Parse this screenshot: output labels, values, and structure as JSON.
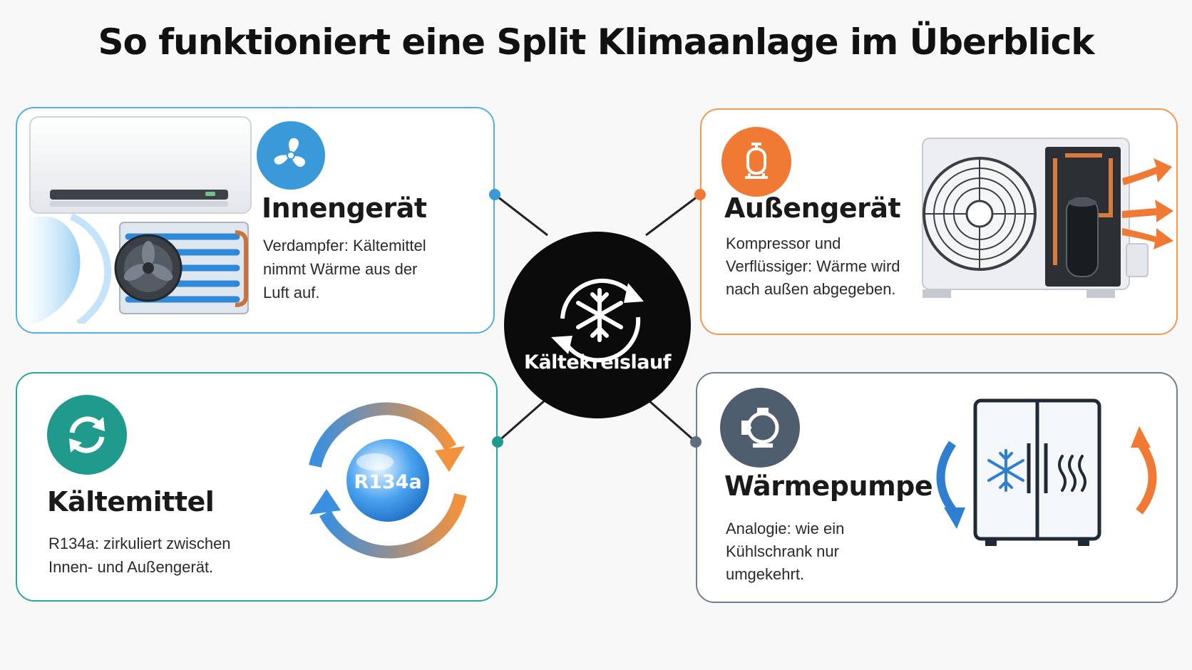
{
  "title": "So funktioniert eine Split Klimaanlage im Überblick",
  "center": {
    "label": "Kältekreislauf",
    "icon": "snowflake-cycle-icon"
  },
  "cards": {
    "indoor": {
      "title": "Innengerät",
      "lines": [
        "Verdampfer: Kältemittel",
        "nimmt Wärme aus der",
        "Luft auf."
      ],
      "icon": "fan-icon",
      "color": "#3a9ad9"
    },
    "outdoor": {
      "title": "Außengerät",
      "lines": [
        "Kompressor und",
        "Verflüssiger: Wärme wird",
        "nach außen abgegeben."
      ],
      "icon": "compressor-icon",
      "color": "#f07a34"
    },
    "refrigerant": {
      "title": "Kältemittel",
      "lines": [
        "R134a: zirkuliert zwischen",
        "Innen- und Außengerät."
      ],
      "icon": "cycle-arrows-icon",
      "color": "#1f9a8c",
      "bubble_label": "R134a"
    },
    "heatpump": {
      "title": "Wärmepumpe",
      "lines": [
        "Analogie: wie ein",
        "Kühlschrank nur",
        "umgekehrt."
      ],
      "icon": "heat-pump-icon",
      "color": "#4f5e6e"
    }
  }
}
